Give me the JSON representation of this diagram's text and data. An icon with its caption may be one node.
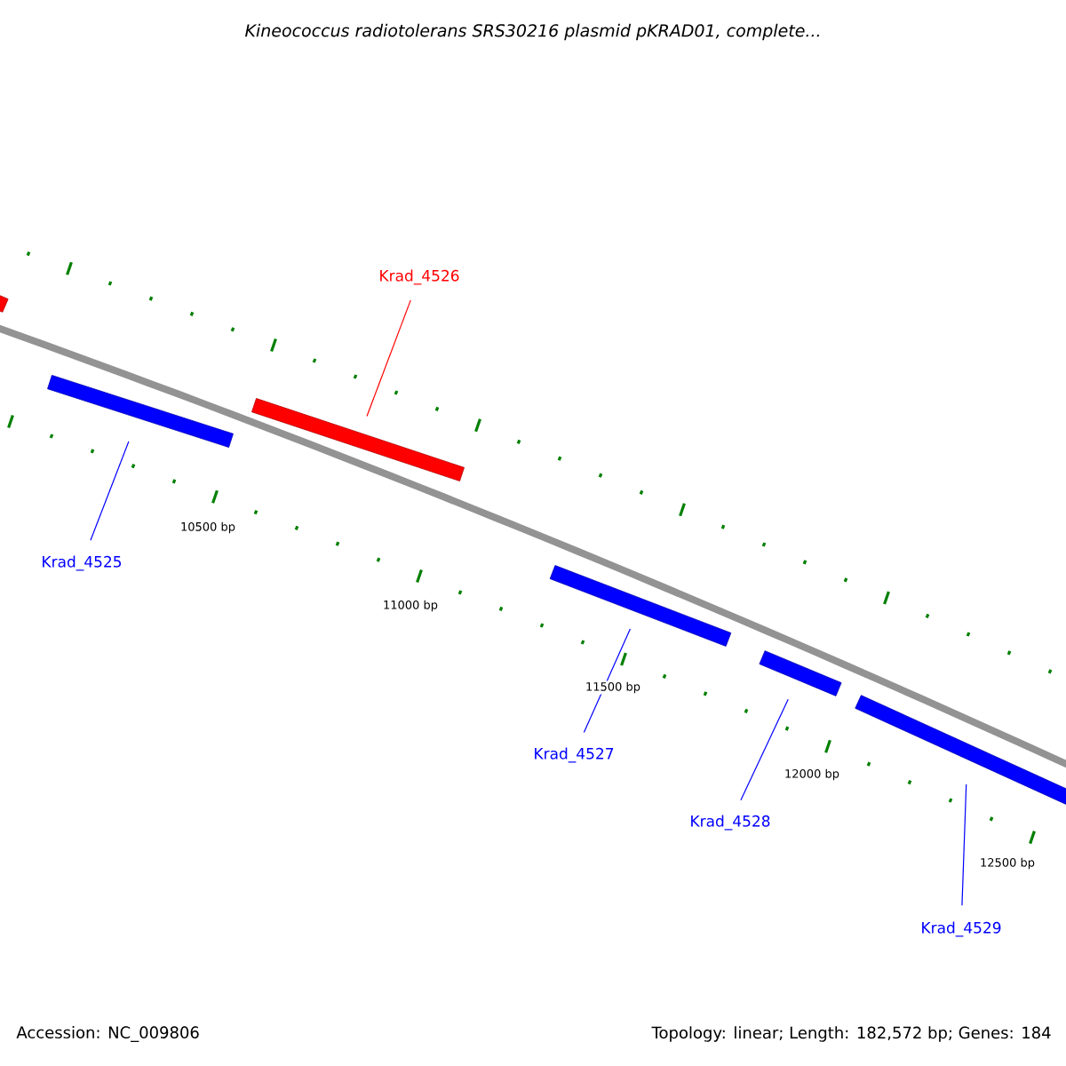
{
  "diagram": {
    "title": "Kineococcus radiotolerans SRS30216 plasmid pKRAD01, complete...",
    "nodes": [
      {
        "text": [],
        "shape": "bar"
      },
      {
        "text": [],
        "shape": "bar"
      },
      {
        "text": [],
        "shape": "bar"
      },
      {
        "text": [],
        "shape": "bar"
      },
      {
        "text": [],
        "shape": "bar"
      },
      {
        "text": [],
        "shape": "bar"
      },
      {
        "text": [
          "Krad_4525"
        ]
      },
      {
        "text": [
          "Krad_4526"
        ]
      },
      {
        "text": [
          "Krad_4527"
        ]
      },
      {
        "text": [
          "Krad_4528"
        ]
      },
      {
        "text": [
          "Krad_4529"
        ]
      }
    ],
    "edges": [
      {
        "from": 6,
        "to": 1,
        "arrow": "none"
      },
      {
        "from": 7,
        "to": 2,
        "arrow": "none",
        "color": "#ff0000"
      },
      {
        "from": 8,
        "to": 3,
        "arrow": "none"
      },
      {
        "from": 9,
        "to": 4,
        "arrow": "none"
      },
      {
        "from": 10,
        "to": 5,
        "arrow": "none"
      }
    ],
    "labels": [
      "10500 bp",
      "11000 bp",
      "11500 bp",
      "12000 bp",
      "12500 bp",
      "Accession: NC_009806",
      "Topology: linear; Length: 182,572 bp; Genes: 184"
    ]
  }
}
